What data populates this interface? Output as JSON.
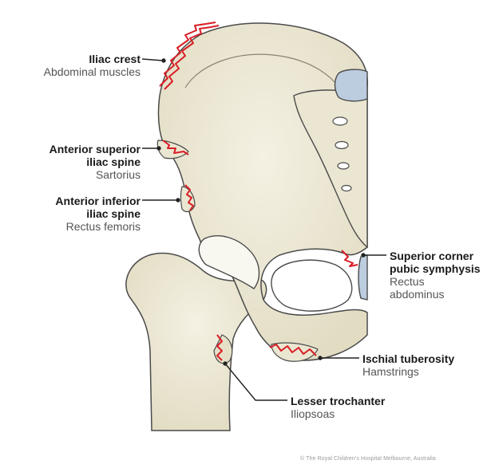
{
  "labels": {
    "iliac_crest": {
      "title": "Iliac crest",
      "muscle": "Abdominal muscles"
    },
    "asis": {
      "title_line1": "Anterior superior",
      "title_line2": "iliac spine",
      "muscle": "Sartorius"
    },
    "aiis": {
      "title_line1": "Anterior inferior",
      "title_line2": "iliac spine",
      "muscle": "Rectus femoris"
    },
    "pubic": {
      "title_line1": "Superior corner",
      "title_line2": "pubic symphysis",
      "muscle_line1": "Rectus",
      "muscle_line2": "abdominus"
    },
    "ischial": {
      "title": "Ischial tuberosity",
      "muscle": "Hamstrings"
    },
    "lesser": {
      "title": "Lesser trochanter",
      "muscle": "Iliopsoas"
    }
  },
  "copyright": "© The Royal Children's Hospital Melbourne, Australia",
  "colors": {
    "bone": "#e9e4cf",
    "bone_outline": "#4a4a4a",
    "cartilage": "#bccde0",
    "injury": "#d91e26",
    "leader": "#222222"
  }
}
